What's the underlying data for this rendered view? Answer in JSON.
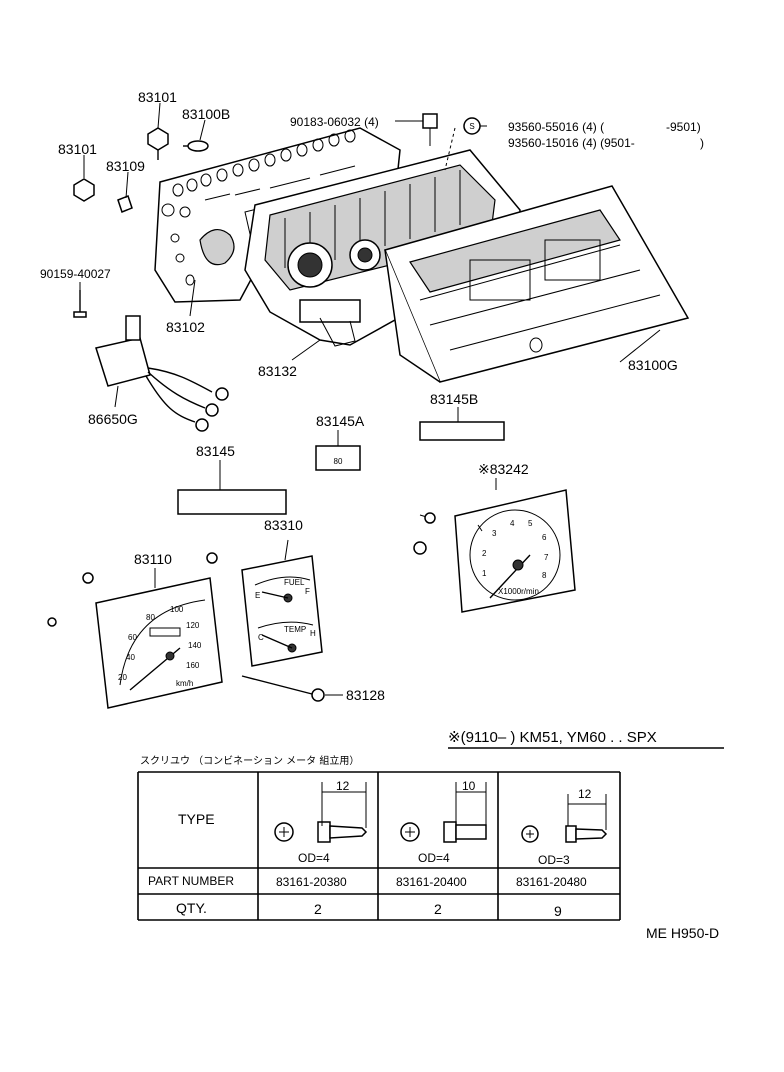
{
  "parts": {
    "p83101_a": "83101",
    "p83100B": "83100B",
    "p83101_b": "83101",
    "p83109": "83109",
    "p90183": "90183-06032 (4)",
    "p93560_a_num": "93560-55016 (4) (",
    "p93560_a_end": "-9501)",
    "p93560_b_num": "93560-15016 (4) (9501-",
    "p93560_b_end": ")",
    "p90159": "90159-40027",
    "p83102": "83102",
    "p83132": "83132",
    "p83100G": "83100G",
    "p86650G": "86650G",
    "p83145A": "83145A",
    "p83145B": "83145B",
    "p83145": "83145",
    "p83242": "※83242",
    "p83310": "83310",
    "p83110": "83110",
    "p83128": "83128"
  },
  "gauges": {
    "speedo_marks": [
      "20",
      "40",
      "60",
      "80",
      "100",
      "120",
      "140",
      "160"
    ],
    "speedo_unit": "km/h",
    "tacho_marks": [
      "1",
      "2",
      "3",
      "4",
      "5",
      "6",
      "7",
      "8"
    ],
    "tacho_unit": "X1000r/min",
    "fuel_label": "FUEL",
    "temp_label": "TEMP",
    "fuel_e": "E",
    "fuel_f": "F",
    "temp_c": "C",
    "temp_h": "H"
  },
  "note": "※(9110–        ) KM51, YM60 . . SPX",
  "table": {
    "caption": "スクリユウ （コンビネーション メータ 組立用）",
    "row_type": "TYPE",
    "row_part": "PART NUMBER",
    "row_qty": "QTY.",
    "columns": [
      {
        "dim": "12",
        "od": "OD=4",
        "part": "83161-20380",
        "qty": "2"
      },
      {
        "dim": "10",
        "od": "OD=4",
        "part": "83161-20400",
        "qty": "2"
      },
      {
        "dim": "12",
        "od": "OD=3",
        "part": "83161-20480",
        "qty": "9"
      }
    ]
  },
  "footer_code": "ME  H950-D"
}
